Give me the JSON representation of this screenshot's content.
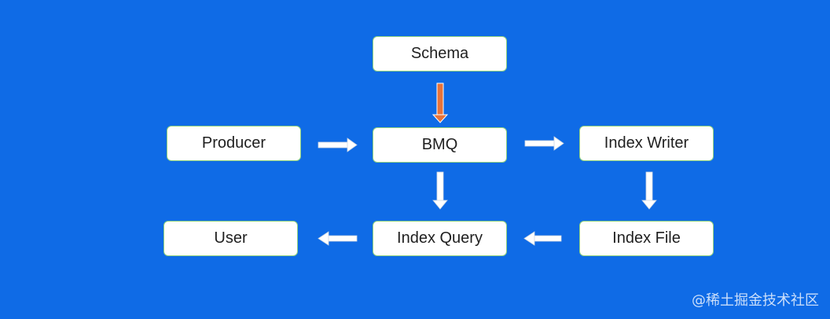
{
  "nodes": {
    "schema": "Schema",
    "producer": "Producer",
    "bmq": "BMQ",
    "index_writer": "Index Writer",
    "user": "User",
    "index_query": "Index Query",
    "index_file": "Index File"
  },
  "edges": [
    {
      "from": "schema",
      "to": "bmq"
    },
    {
      "from": "producer",
      "to": "bmq"
    },
    {
      "from": "bmq",
      "to": "index_writer"
    },
    {
      "from": "bmq",
      "to": "index_query"
    },
    {
      "from": "index_writer",
      "to": "index_file"
    },
    {
      "from": "index_file",
      "to": "index_query"
    },
    {
      "from": "index_query",
      "to": "user"
    }
  ],
  "colors": {
    "background": "#0f6be6",
    "node_fill": "#ffffff",
    "node_border": "#8fd17e",
    "arrow_white": "#ffffff",
    "arrow_accent": "#e8733a"
  },
  "watermark": "@稀土掘金技术社区"
}
